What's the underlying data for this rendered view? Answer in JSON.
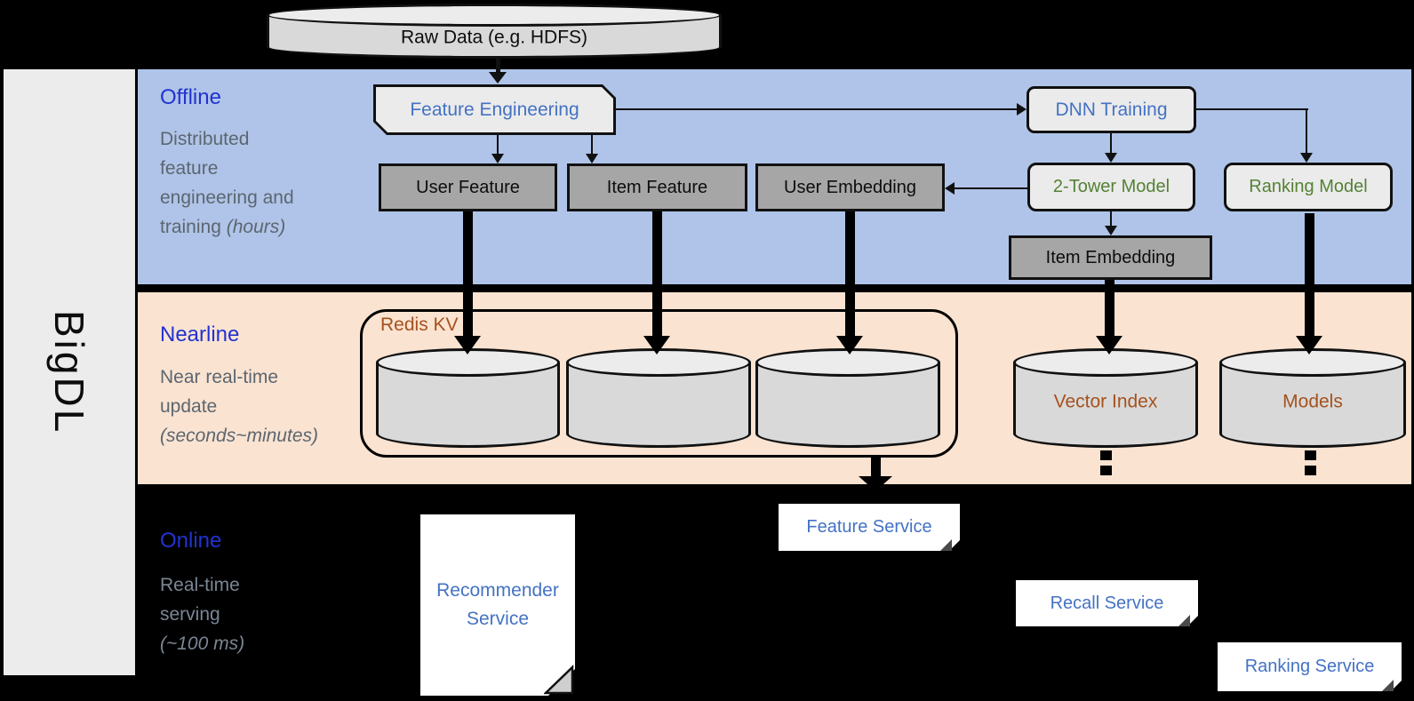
{
  "brand": {
    "label": "BigDL"
  },
  "source": {
    "label": "Raw Data (e.g. HDFS)"
  },
  "sections": {
    "offline": {
      "title": "Offline",
      "subtitle_lines": [
        "Distributed",
        "feature",
        "engineering and"
      ],
      "subtitle_plain": "training ",
      "subtitle_italic": "(hours)"
    },
    "nearline": {
      "title": "Nearline",
      "subtitle_lines": [
        "Near real-time",
        "update"
      ],
      "subtitle_italic": "(seconds~minutes)"
    },
    "online": {
      "title": "Online",
      "subtitle_lines": [
        "Real-time",
        "serving"
      ],
      "subtitle_italic": "(~100 ms)"
    }
  },
  "nodes": {
    "feature_engineering": "Feature Engineering",
    "dnn_training": "DNN Training",
    "user_feature": "User Feature",
    "item_feature": "Item Feature",
    "user_embedding": "User Embedding",
    "two_tower_model": "2-Tower Model",
    "ranking_model": "Ranking Model",
    "item_embedding": "Item Embedding",
    "redis_kv": "Redis KV",
    "vector_index": "Vector Index",
    "models": "Models",
    "recommender_service": "Recommender Service",
    "feature_service": "Feature Service",
    "recall_service": "Recall Service",
    "ranking_service": "Ranking Service"
  },
  "colors": {
    "offline_band": "#AFC4E8",
    "nearline_band": "#FAE3D1",
    "background": "#000000",
    "header_blue": "#2133D1",
    "node_text_blue": "#4472C4",
    "node_text_green": "#548235",
    "node_text_brown": "#A5521E",
    "subtitle_gray": "#5C6670",
    "gray_box": "#A6A6A6",
    "light_box": "#EBEBEB",
    "cylinder_fill": "#D9D9D9",
    "sidebar_fill": "#ECECEC"
  }
}
